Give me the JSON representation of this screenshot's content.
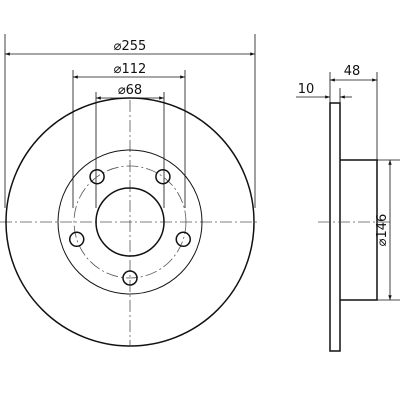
{
  "dimensions": {
    "outer_diameter": "⌀255",
    "bolt_circle": "⌀112",
    "center_bore": "⌀68",
    "thickness": "10",
    "total_height": "48",
    "hub_diameter": "⌀146"
  },
  "colors": {
    "line": "#111111",
    "centerline": "#555555",
    "background": "#ffffff"
  },
  "bolt_holes": 5
}
